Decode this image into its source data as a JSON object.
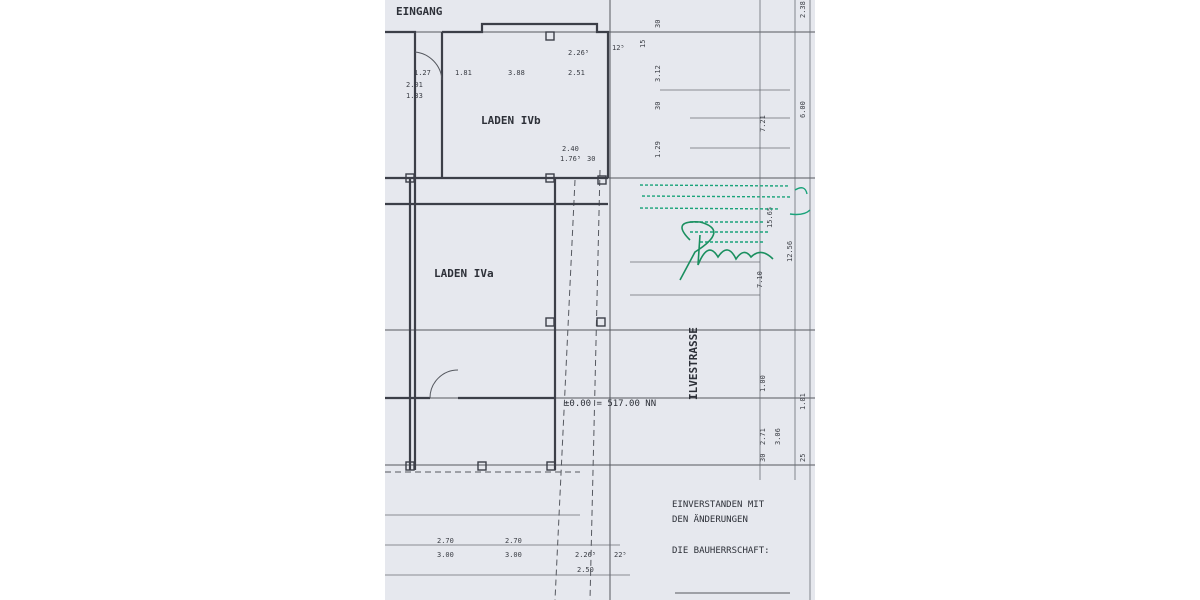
{
  "plan": {
    "entrance_label": "EINGANG",
    "rooms": [
      {
        "label": "LADEN IVb"
      },
      {
        "label": "LADEN IVa"
      }
    ],
    "street_label": "ILVESTRASSE",
    "level_note": "±0.00 = 517.00 NN",
    "approval_lines": [
      "EINVERSTANDEN MIT",
      "DEN ÄNDERUNGEN",
      "DIE BAUHERRSCHAFT:"
    ],
    "dimensions_top": [
      "2.26⁵",
      "1.27",
      "1.81",
      "3.88",
      "2.51",
      "2.01",
      "1.33",
      "2.40",
      "1.76⁵",
      "30",
      "12⁵"
    ],
    "dimensions_right": [
      "30",
      "15",
      "3.12",
      "30",
      "1.29",
      "7.21",
      "6.00",
      "2.38",
      "15.65",
      "12.56",
      "7.10",
      "1.00",
      "1.01",
      "30",
      "2.71",
      "3.06",
      "25"
    ],
    "dimensions_bottom": [
      "2.70",
      "3.00",
      "2.70",
      "3.00",
      "2.26⁵",
      "22⁵",
      "2.50"
    ],
    "stamp_color": "#1aa37a",
    "paper_color": "#e6e8ee"
  }
}
